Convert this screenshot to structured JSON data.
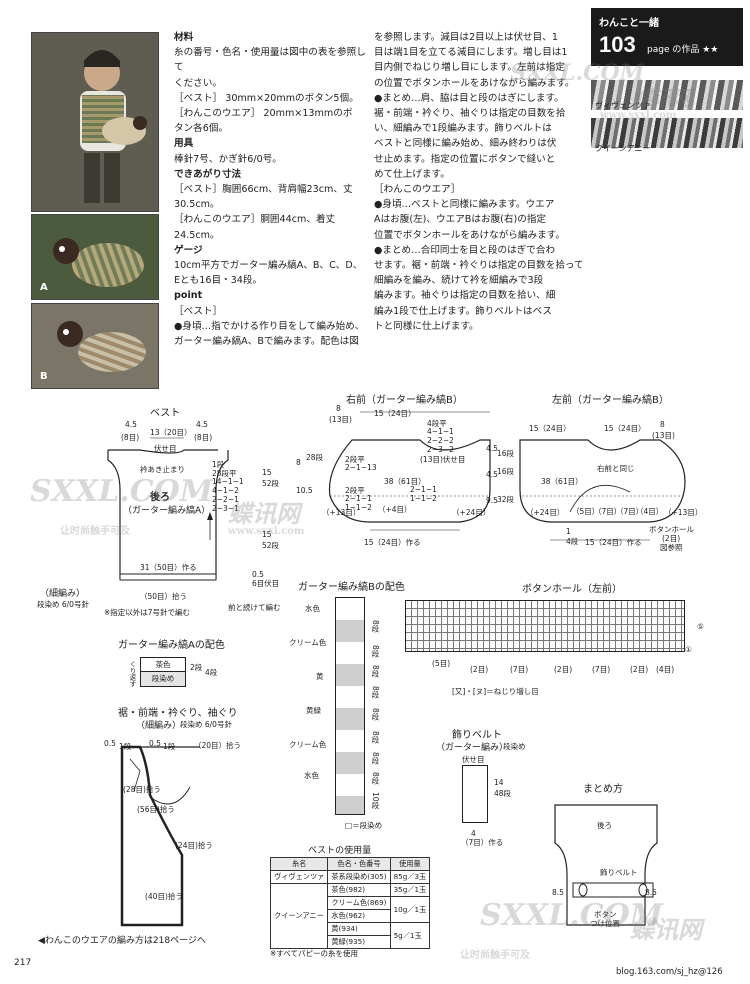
{
  "photos": {
    "a": "A",
    "b": "B"
  },
  "materials": {
    "h_materials": "材料",
    "l1": "糸の番号・色名・使用量は図中の表を参照して",
    "l2": "ください。",
    "l3": "［ベスト］ 30mm×20mmのボタン5個。",
    "l4": "［わんこのウエア］ 20mm×13mmのボ",
    "l5": "タン各6個。",
    "h_tools": "用具",
    "l6": "棒針7号、かぎ針6/0号。",
    "h_size": "できあがり寸法",
    "l7": "［ベスト］胸囲66cm、背肩幅23cm、丈",
    "l8": "30.5cm。",
    "l9": "［わんこのウエア］胴囲44cm、着丈",
    "l10": "24.5cm。",
    "h_gauge": "ゲージ",
    "l11": "10cm平方でガーター編み縞A、B、C、D、",
    "l12": "Eとも16目・34段。",
    "h_point": "point",
    "l13": "［ベスト］",
    "l14": "●身頃…指でかける作り目をして編み始め、",
    "l15": "ガーター編み縞A、Bで編みます。配色は図"
  },
  "instructions": {
    "l1": "を参照します。減目は2目以上は伏せ目、1",
    "l2": "目は端1目を立てる減目にします。増し目は1",
    "l3": "目内側でねじり増し目にします。左前は指定",
    "l4": "の位置でボタンホールをあけながら編みます。",
    "l5": "●まとめ…肩、脇は目と段のはぎにします。",
    "l6": "裾・前端・衿ぐり、袖ぐりは指定の目数を拾",
    "l7": "い、細編みで1段編みます。飾りベルトは",
    "l8": "ベストと同様に編み始め、細み終わりは伏",
    "l9": "せ止めます。指定の位置にボタンで縫いと",
    "l10": "めて仕上げます。",
    "l11": "［わんこのウエア］",
    "l12": "●身頃…ベストと同様に編みます。ウエア",
    "l13": "Aはお腹(左)、ウエアBはお腹(右)の指定",
    "l14": "位置でボタンホールをあけながら編みます。",
    "l15": "●まとめ…合印同士を目と段のはぎで合わ",
    "l16": "せます。裾・前端・衿ぐりは指定の目数を拾って",
    "l17": "細編みを編み、続けて衿を細編みで3段",
    "l18": "編みます。袖ぐりは指定の目数を拾い、細",
    "l19": "編み1段で仕上げます。飾りベルトはベス",
    "l20": "トと同様に仕上げます。"
  },
  "header": {
    "series": "わんこと一緒",
    "number": "103",
    "page_label": "page の作品 ★★",
    "yarn1": "ヴィヴェンツァ",
    "yarn2": "クイーンアニー"
  },
  "diagrams": {
    "vest": "ベスト",
    "vest_back": "後ろ",
    "vest_back_sub": "（ガーター編み縞A）",
    "right_front": "右前（ガーター編み縞B）",
    "left_front": "左前（ガーター編み縞B）",
    "stripeA": "ガーター編み縞Aの配色",
    "stripeB": "ガーター編み縞Bの配色",
    "buttonhole": "ボタンホール（左前）",
    "hem": "裾・前端・衿ぐり、袖ぐり",
    "hem_sub": "（細編み）",
    "hem_hook": "段染め 6/0号針",
    "belt": "飾りベルト",
    "belt_sub": "（ガーター編み）",
    "belt_yarn": "段染め",
    "finish": "まとめ方",
    "finish_back": "後ろ",
    "finish_belt": "飾りベルト",
    "finish_button": "ボタン",
    "finish_button2": "つけ位置",
    "finish_85": "8.5",
    "vest_cast": "31（50目）作る",
    "vest_rib": "（細編み）",
    "vest_rib_yarn": "段染め 6/0号針",
    "vest_note": "※指定以外は7号針で編む",
    "vest_front_note": "前と続けて編む",
    "vest_stop": "伏せ目",
    "vest_neck": "衿あき止まり",
    "vest_50": "（50目）拾う",
    "vest_dims": [
      "4.5",
      "13（20目）",
      "4.5",
      "(8目)",
      "(8目)",
      "15",
      "52段",
      "15",
      "52段",
      "0.5",
      "1段",
      "28段平",
      "14−1−1",
      "4−1−2",
      "2−2−1",
      "2−3−1",
      "6目伏目"
    ],
    "rf_dims": [
      "8",
      "15（24目）",
      "(13目)",
      "4段平",
      "4−1−1",
      "2−2−2",
      "2−3−2",
      "(13目)伏せ目",
      "8",
      "28段",
      "2段平",
      "2−1−13",
      "38（61目）",
      "10.5",
      "2段平",
      "2−1−1",
      "1−1−2",
      "2−1−1",
      "1−1−2",
      "4.5",
      "16段",
      "4.5",
      "16段",
      "9.5",
      "32段",
      "（+13目）",
      "（+4目）",
      "（+24目）",
      "15（24目）作る"
    ],
    "lf_dims": [
      "15（24目）",
      "15（24目）",
      "8",
      "(13目)",
      "右前と同じ",
      "38（61目）",
      "（+24目）",
      "（+13目）",
      "（5目）",
      "（7目）",
      "（7目）",
      "（4目）",
      "1",
      "4段",
      "15（24目）作る",
      "ボタンホール",
      "(2目)",
      "図参照"
    ],
    "stripeA_rows": [
      "茶色",
      "段染め"
    ],
    "stripeA_ann": [
      "くり返す",
      "2段",
      "4段"
    ],
    "stripeB_colors": [
      "水色",
      "クリーム色",
      "黄",
      "黄緑",
      "クリーム色",
      "水色"
    ],
    "stripeB_rows": [
      "8段",
      "8段",
      "8段",
      "8段",
      "8段",
      "8段",
      "8段",
      "8段",
      "10段"
    ],
    "stripeB_legend": "□＝段染め",
    "bh_labels": [
      "(5目)",
      "(2目)",
      "(7目)",
      "(2目)",
      "(7目)",
      "(2目)",
      "(4目)",
      "⑤",
      "①"
    ],
    "bh_legend": "[又]・[ヌ]＝ねじり増し目",
    "hem_labels": [
      "0.5",
      "1段",
      "0.5",
      "1段",
      "（20目）拾う",
      "(28目)拾う",
      "(56目)拾う",
      "(24目)拾う",
      "(40目)拾う"
    ],
    "belt_labels": [
      "伏せ目",
      "14",
      "48段",
      "4",
      "（7目）作る"
    ],
    "wan_note": "◀わんこのウエアの編み方は218ページへ"
  },
  "usage_table": {
    "title": "ベストの使用量",
    "headers": [
      "糸名",
      "色名・色番号",
      "使用量"
    ],
    "rows": [
      [
        "ヴィヴェンツァ",
        "茶系段染め(305)",
        "85g／3玉"
      ],
      [
        "",
        "茶色(982)",
        "35g／1玉"
      ],
      [
        "クイーンアニー",
        "クリーム色(869)",
        "10g／1玉"
      ],
      [
        "",
        "水色(962)",
        ""
      ],
      [
        "",
        "黄(934)",
        "5g／1玉"
      ],
      [
        "",
        "黄緑(935)",
        ""
      ]
    ],
    "note": "※すべてパピーの糸を使用"
  },
  "footer": {
    "page": "217",
    "blog": "blog.163.com/sj_hz@126"
  },
  "watermarks": {
    "cn": "蝶讯网",
    "url": "www.sxxl.com",
    "sub": "让时尚触手可及",
    "brand": "SXXL.COM"
  }
}
